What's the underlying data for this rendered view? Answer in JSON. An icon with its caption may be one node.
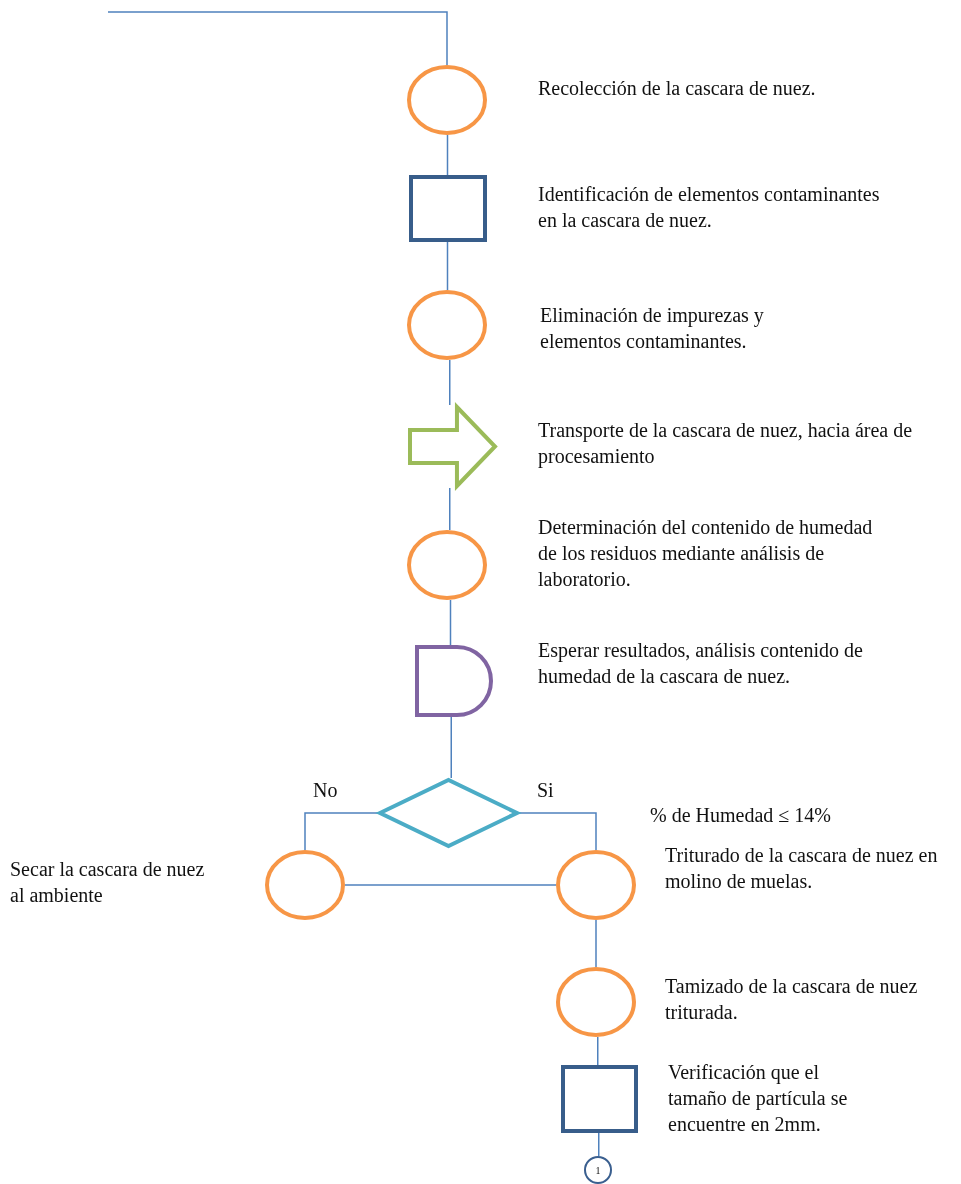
{
  "diagram": {
    "nodes": [
      {
        "text": [],
        "shape": "circle",
        "beside": [
          "Recolección de la cascara de nuez."
        ]
      },
      {
        "text": [],
        "shape": "box",
        "beside": [
          "Identificación de elementos contaminantes en la cascara de nuez."
        ]
      },
      {
        "text": [],
        "shape": "circle",
        "beside": [
          "Eliminación de impurezas y elementos contaminantes."
        ]
      },
      {
        "text": [],
        "shape": "arrow",
        "beside": [
          "Transporte de la cascara de nuez, hacia área de procesamiento"
        ]
      },
      {
        "text": [],
        "shape": "circle",
        "beside": [
          "Determinación del contenido de humedad de los residuos mediante análisis de laboratorio."
        ]
      },
      {
        "text": [],
        "shape": "delay",
        "beside": [
          "Esperar resultados, análisis contenido de humedad de la cascara de nuez."
        ]
      },
      {
        "text": [],
        "shape": "diamond"
      },
      {
        "text": [],
        "shape": "circle",
        "beside": [
          "Secar la cascara de nuez al ambiente"
        ]
      },
      {
        "text": [],
        "shape": "circle",
        "beside": [
          "Triturado de la cascara de nuez en molino de muelas."
        ]
      },
      {
        "text": [],
        "shape": "circle",
        "beside": [
          "Tamizado de la cascara de nuez triturada."
        ]
      },
      {
        "text": [],
        "shape": "box",
        "beside": [
          "Verificación que el tamaño de partícula se encuentre en 2mm."
        ]
      },
      {
        "text": [
          "1"
        ]
      }
    ],
    "edges": [
      {
        "from": null,
        "to": 0,
        "arrow": "none"
      },
      {
        "from": 0,
        "to": 1,
        "arrow": "none"
      },
      {
        "from": 1,
        "to": 2,
        "arrow": "none"
      },
      {
        "from": 2,
        "to": 3,
        "arrow": "none"
      },
      {
        "from": 3,
        "to": 4,
        "arrow": "none"
      },
      {
        "from": 4,
        "to": 5,
        "arrow": "none"
      },
      {
        "from": 5,
        "to": 6,
        "arrow": "none"
      },
      {
        "from": 6,
        "to": 7,
        "arrow": "none",
        "label": "No"
      },
      {
        "from": 6,
        "to": 8,
        "arrow": "none",
        "label": "Si"
      },
      {
        "from": 7,
        "to": 8,
        "arrow": "none"
      },
      {
        "from": 8,
        "to": 9,
        "arrow": "none"
      },
      {
        "from": 9,
        "to": 10,
        "arrow": "none"
      },
      {
        "from": 10,
        "to": 11,
        "arrow": "none"
      }
    ],
    "labels": [
      "% de Humedad ≤ 14%"
    ]
  }
}
